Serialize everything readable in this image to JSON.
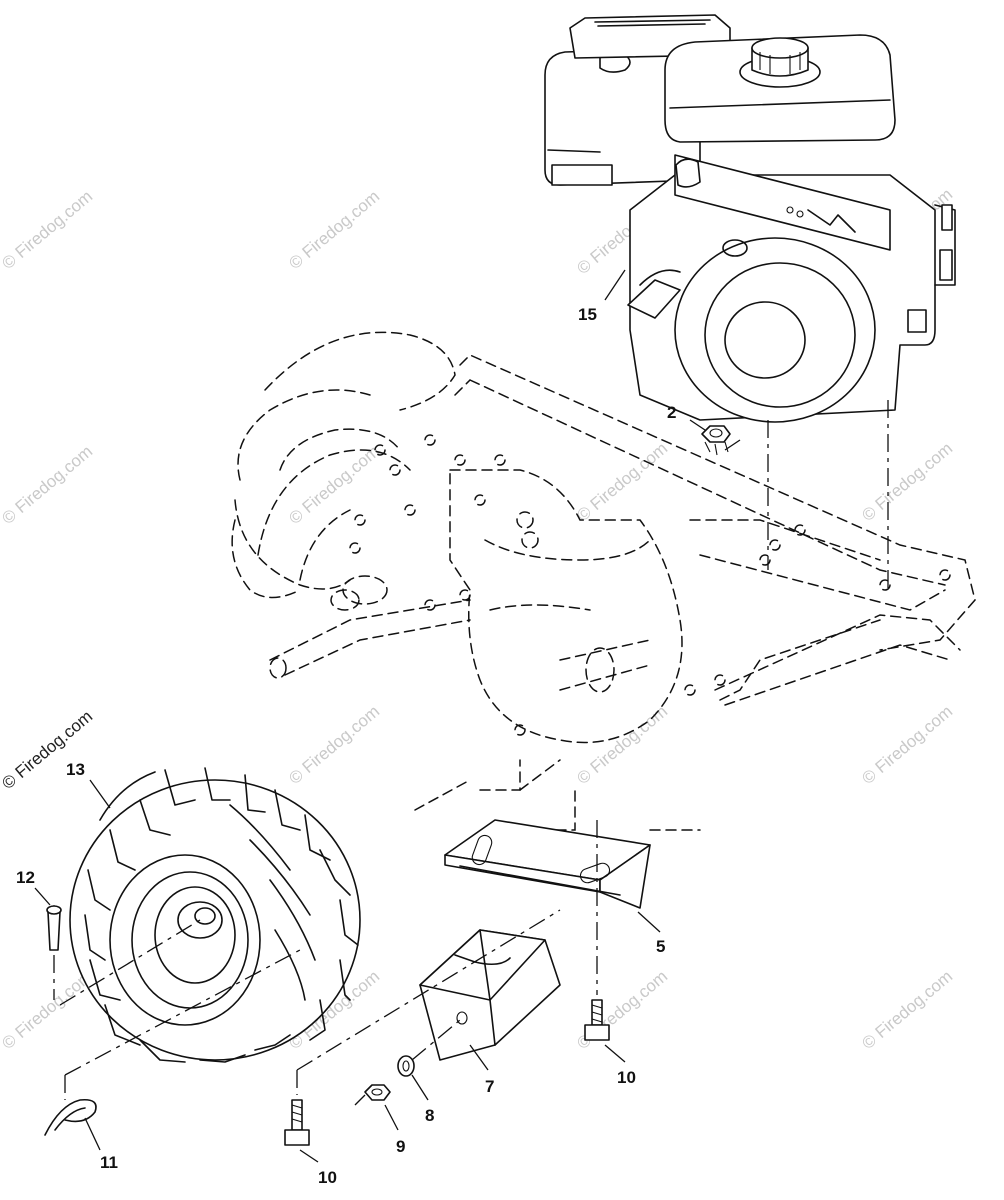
{
  "callouts": {
    "c15": "15",
    "c2": "2",
    "c13": "13",
    "c12": "12",
    "c5": "5",
    "c10a": "10",
    "c7": "7",
    "c8": "8",
    "c9": "9",
    "c10b": "10",
    "c11": "11"
  },
  "watermark": {
    "text": "© Firedog.com",
    "color": "#c9c9c9"
  }
}
